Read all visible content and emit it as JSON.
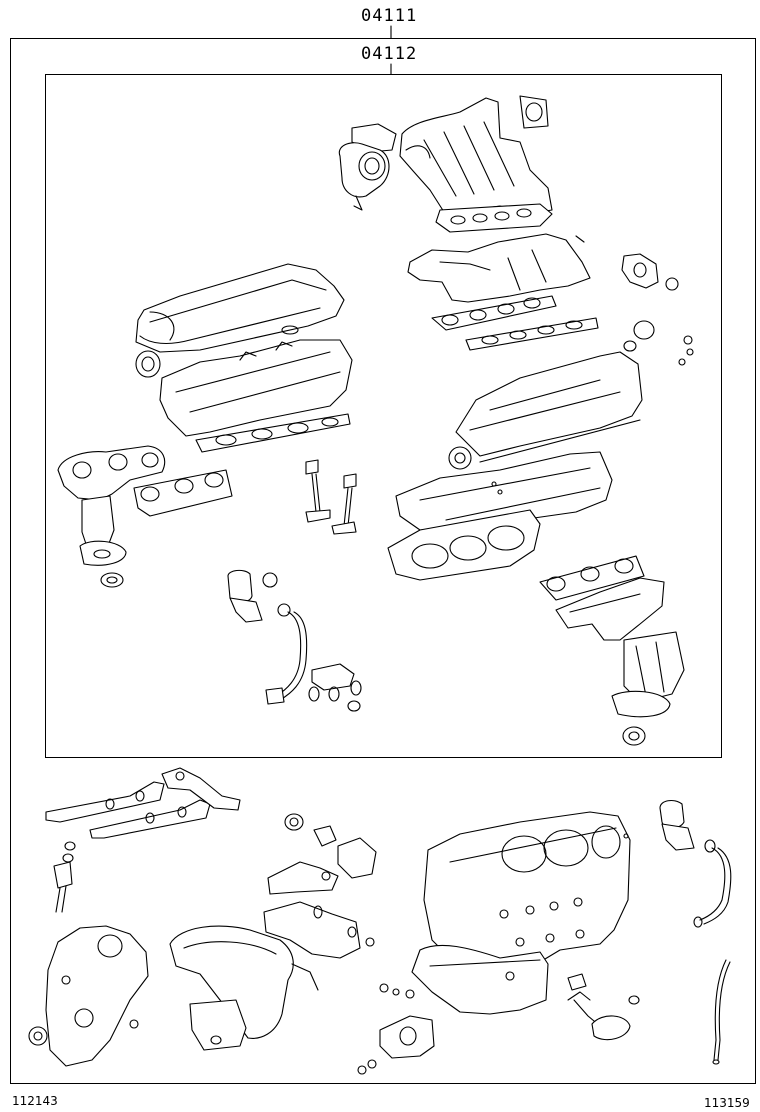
{
  "assembly": {
    "outer_part_number": "04111",
    "inner_part_number": "04112"
  },
  "footer": {
    "left_code": "112143",
    "right_code": "113159"
  },
  "colors": {
    "line": "#000000",
    "background": "#ffffff"
  },
  "icons": [
    "intake-manifold-icon",
    "throttle-body-icon",
    "cylinder-head-cover-icon",
    "cylinder-head-icon",
    "exhaust-manifold-icon",
    "catalytic-converter-icon",
    "valve-icon",
    "oil-pipe-icon",
    "head-gasket-icon",
    "engine-block-icon",
    "oil-pan-icon",
    "timing-cover-icon",
    "water-pump-icon",
    "fuel-rail-icon",
    "injector-icon",
    "thermostat-housing-icon",
    "oil-strainer-icon",
    "dipstick-icon"
  ]
}
